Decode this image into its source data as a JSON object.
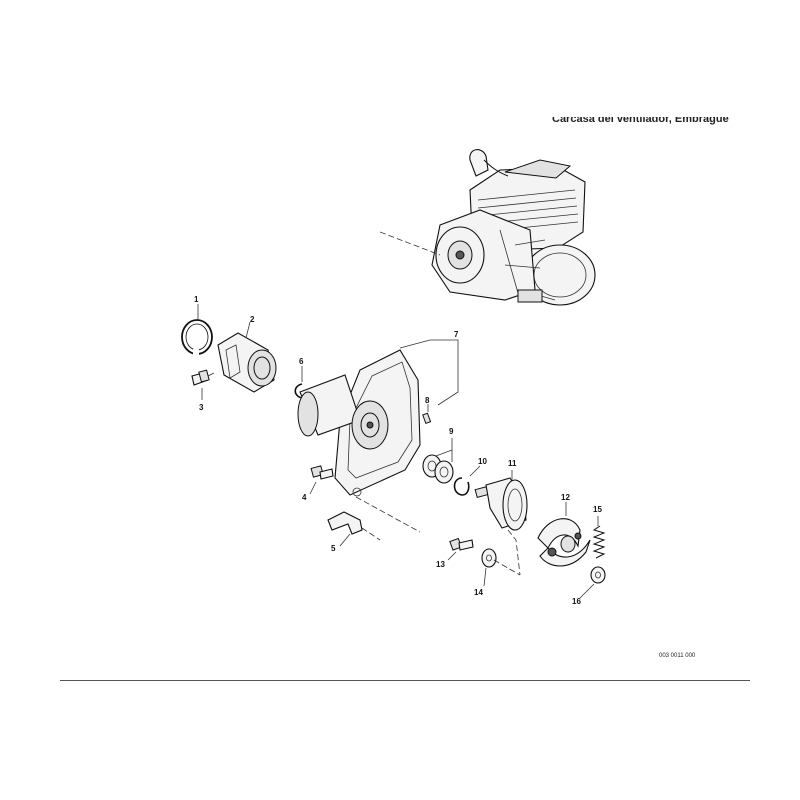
{
  "title": "Carcasa del ventilador, Embrague",
  "drawing_code": "003 0011 000",
  "callouts": [
    "1",
    "2",
    "3",
    "4",
    "5",
    "6",
    "7",
    "8",
    "9",
    "10",
    "11",
    "12",
    "13",
    "14",
    "15",
    "16"
  ]
}
